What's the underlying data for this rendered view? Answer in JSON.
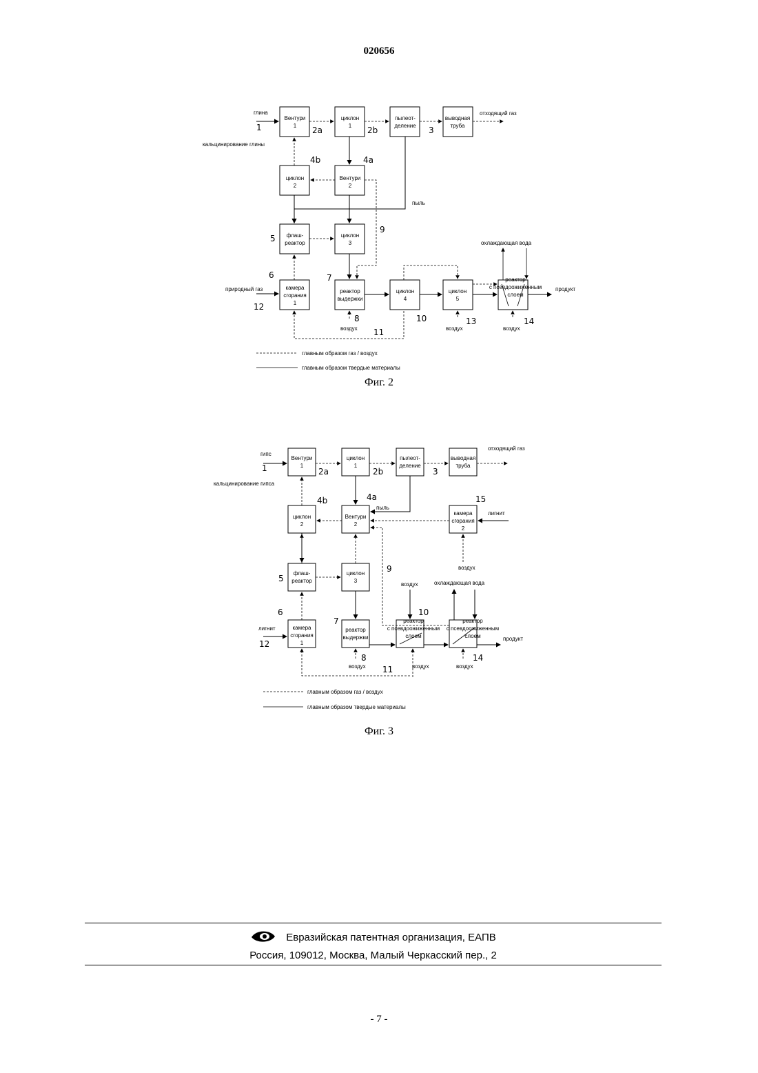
{
  "header": {
    "patent_number": "020656"
  },
  "fig2": {
    "caption": "Фиг. 2",
    "boxes": {
      "venturi1": [
        "Вентури",
        "1"
      ],
      "cyclone1": [
        "циклон",
        "1"
      ],
      "dust": [
        "пылеот-",
        "деление"
      ],
      "stack": [
        "выводная",
        "труба"
      ],
      "cyclone2": [
        "циклон",
        "2"
      ],
      "venturi2": [
        "Вентури",
        "2"
      ],
      "flash": [
        "флаш-",
        "реактор"
      ],
      "cyclone3": [
        "циклон",
        "3"
      ],
      "burner1": [
        "камера",
        "сгорания",
        "1"
      ],
      "holding": [
        "реактор",
        "выдержки"
      ],
      "cyclone4": [
        "циклон",
        "4"
      ],
      "cyclone5": [
        "циклон",
        "5"
      ],
      "fluid": [
        "реактор",
        "с псевдоожиженным",
        "слоем"
      ]
    },
    "labels": {
      "clay": "глина",
      "clay_calc": "кальцинирование глины",
      "offgas": "отходящий газ",
      "dust": "пыль",
      "cooling": "охлаждающая вода",
      "natgas": "природный газ",
      "product": "продукт",
      "air": "воздух"
    },
    "numbers": {
      "n1": "1",
      "n2a": "2a",
      "n2b": "2b",
      "n3": "3",
      "n4b": "4b",
      "n4a": "4a",
      "n5": "5",
      "n6": "6",
      "n7": "7",
      "n8": "8",
      "n9": "9",
      "n10": "10",
      "n11": "11",
      "n12": "12",
      "n13": "13",
      "n14": "14"
    },
    "legend": {
      "gas": "главным образом газ / воздух",
      "solid": "главным образом твердые материалы"
    }
  },
  "fig3": {
    "caption": "Фиг. 3",
    "boxes": {
      "venturi1": [
        "Вентури",
        "1"
      ],
      "cyclone1": [
        "циклон",
        "1"
      ],
      "dust": [
        "пылеот-",
        "деление"
      ],
      "stack": [
        "выводная",
        "труба"
      ],
      "cyclone2": [
        "циклон",
        "2"
      ],
      "venturi2": [
        "Вентури",
        "2"
      ],
      "burner2": [
        "камера",
        "сгорания",
        "2"
      ],
      "flash": [
        "флаш-",
        "реактор"
      ],
      "cyclone3": [
        "циклон",
        "3"
      ],
      "burner1": [
        "камера",
        "сгорания",
        "1"
      ],
      "holding": [
        "реактор",
        "выдержки"
      ],
      "fluid1": [
        "реактор",
        "с псевдоожиженным",
        "слоем"
      ],
      "fluid2": [
        "реактор",
        "с псевдоожиженным",
        "слоем"
      ]
    },
    "labels": {
      "gypsum": "гипс",
      "gypsum_calc": "кальцинирование гипса",
      "offgas": "отходящий газ",
      "dust": "пыль",
      "lignite": "лигнит",
      "cooling": "охлаждающая вода",
      "product": "продукт",
      "air": "воздух"
    },
    "numbers": {
      "n1": "1",
      "n2a": "2a",
      "n2b": "2b",
      "n3": "3",
      "n4b": "4b",
      "n4a": "4a",
      "n5": "5",
      "n6": "6",
      "n7": "7",
      "n8": "8",
      "n9": "9",
      "n10": "10",
      "n11": "11",
      "n12": "12",
      "n14": "14",
      "n15": "15"
    },
    "legend": {
      "gas": "главным образом газ / воздух",
      "solid": "главным образом твердые материалы"
    }
  },
  "footer": {
    "org": "Евразийская патентная организация, ЕАПВ",
    "address": "Россия, 109012, Москва, Малый Черкасский пер., 2",
    "logo_icon": "eapo-eye-logo-icon"
  },
  "page": {
    "number": "- 7 -"
  }
}
